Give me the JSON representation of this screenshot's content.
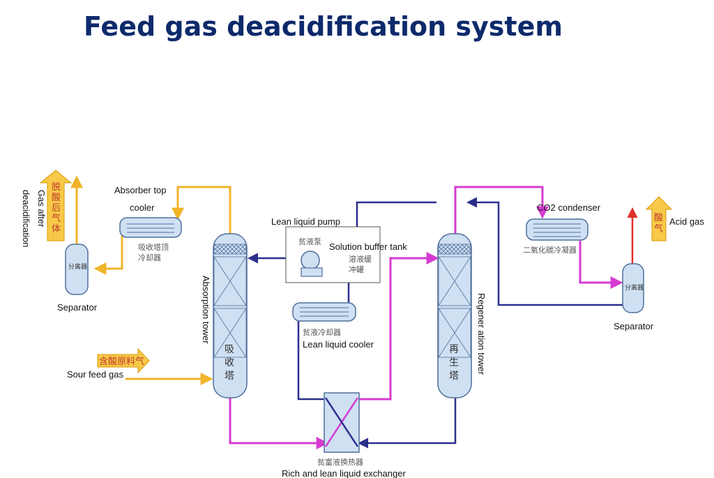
{
  "title": "Feed gas deacidification system",
  "labels": {
    "gas_after_line1": "Gas after",
    "gas_after_line2": "deacidification",
    "gas_after_cn": "脱酸后气体",
    "absorber_top_line1": "Absorber top",
    "absorber_top_line2": "cooler",
    "absorber_top_cn_1": "吸收塔顶",
    "absorber_top_cn_2": "冷却器",
    "separator_left": "Separator",
    "separator_left_cn": "分离器",
    "separator_right": "Separator",
    "separator_right_cn": "分离器",
    "lean_liquid_pump": "Lean liquid pump",
    "lean_liquid_pump_cn": "贫液泵",
    "solution_buffer_tank": "Solution buffer tank",
    "buffer_cn_1": "溶液缓",
    "buffer_cn_2": "冲罐",
    "absorption_tower": "Absorption tower",
    "absorption_tower_cn": "吸收塔",
    "lean_liquid_cooler": "Lean liquid cooler",
    "lean_liquid_cooler_cn": "贫液冷却器",
    "sour_feed_gas": "Sour feed gas",
    "sour_feed_gas_cn": "含酸原料气",
    "regeneration_tower": "Regener ation tower",
    "regeneration_tower_cn": "再生塔",
    "co2_condenser": "CO2 condenser",
    "co2_condenser_cn": "二氧化碳冷凝器",
    "acid_gas": "Acid gas",
    "acid_gas_cn": "酸气",
    "exchanger_cn": "贫富液换热器",
    "exchanger": "Rich and lean liquid exchanger"
  },
  "colors": {
    "title": "#0d2a6b",
    "gas_line": "#f0b429",
    "rich_line": "#d63bd1",
    "lean_line": "#2b2f8c",
    "acid_line": "#e0302a",
    "vessel_fill": "#cfe0f3",
    "vessel_stroke": "#4f6f9a"
  }
}
